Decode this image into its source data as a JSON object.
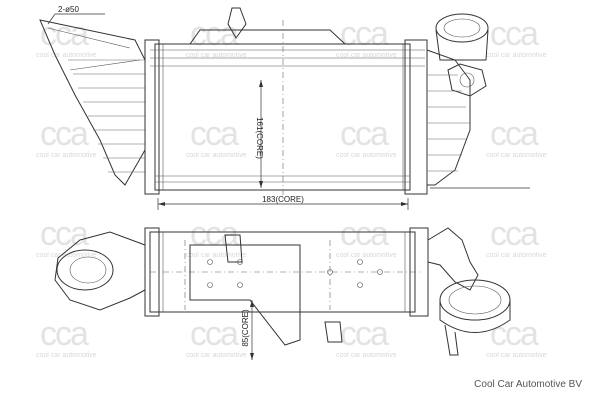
{
  "dimensions": {
    "pipe_diameter": "2-ø50",
    "core_height": "161(CORE)",
    "core_width": "183(CORE)",
    "core_depth": "85(CORE)"
  },
  "watermark": {
    "logo": "cca",
    "text": "cool car automotive"
  },
  "company": "Cool Car Automotive BV"
}
